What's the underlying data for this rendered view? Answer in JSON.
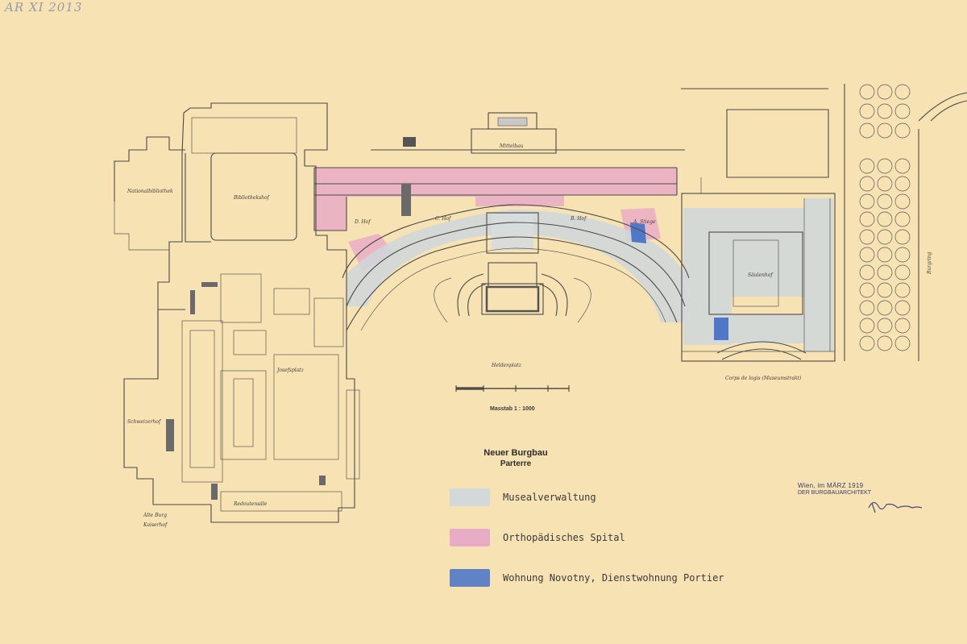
{
  "archive_number": "AR XI 2013",
  "title": {
    "line1": "Neuer Burgbau",
    "line2": "Parterre"
  },
  "scale": {
    "label": "Masstab 1 : 1000"
  },
  "legend": {
    "items": [
      {
        "label": "Musealverwaltung",
        "color": "#cfd7dc"
      },
      {
        "label": "Orthopädisches Spital",
        "color": "#e8a6c8"
      },
      {
        "label": "Wohnung Novotny, Dienstwohnung Portier",
        "color": "#4f79c6"
      }
    ]
  },
  "signature": {
    "date": "Wien, im MÄRZ 1919",
    "role": "DER BURGBAUARCHITEKT"
  },
  "plan_labels": {
    "reichsratsstrasse": "Nationalbibliothek",
    "bibliothekshof": "Bibliothekshof",
    "d_hof": "D. Hof",
    "c_hof": "C. Hof",
    "b_hof": "B. Hof",
    "a_hof": "A. Stiege",
    "mittelbau": "Mittelbau",
    "saeulenhof": "Säulenhof",
    "heldenplatz": "Heldenplatz",
    "corps_de_logis": "Corps de logis (Museumstrakt)",
    "burgring": "Burgring",
    "schweizerhof": "Schweizerhof",
    "redoutensaele": "Redoutensäle",
    "josefsplatz": "Josefsplatz",
    "hofburg": "Alte Burg",
    "kaiserhof": "Kaiserhof"
  },
  "colors": {
    "paper": "#f6e2b3",
    "ink": "#4b4a4a",
    "museum": "#cfd7dc",
    "hospital": "#e8a6c8",
    "residence": "#4f79c6"
  }
}
